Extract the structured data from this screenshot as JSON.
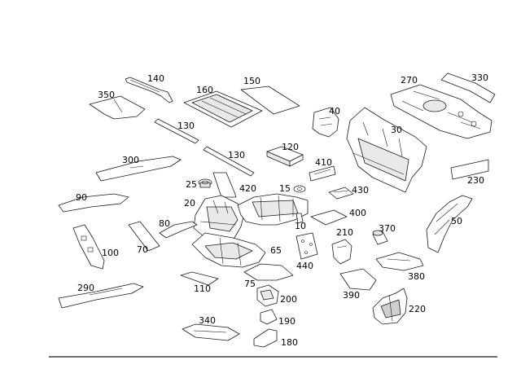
{
  "callouts": {
    "p10": "10",
    "p15": "15",
    "p20": "20",
    "p25": "25",
    "p30": "30",
    "p40": "40",
    "p50": "50",
    "p65": "65",
    "p70": "70",
    "p75": "75",
    "p80": "80",
    "p90": "90",
    "p100": "100",
    "p110": "110",
    "p120": "120",
    "p130a": "130",
    "p130b": "130",
    "p140": "140",
    "p150": "150",
    "p160": "160",
    "p180": "180",
    "p190": "190",
    "p200": "200",
    "p210": "210",
    "p220": "220",
    "p230": "230",
    "p270": "270",
    "p290": "290",
    "p300": "300",
    "p330": "330",
    "p340": "340",
    "p350": "350",
    "p370": "370",
    "p380": "380",
    "p390": "390",
    "p400": "400",
    "p410": "410",
    "p420": "420",
    "p430": "430",
    "p440": "440"
  }
}
